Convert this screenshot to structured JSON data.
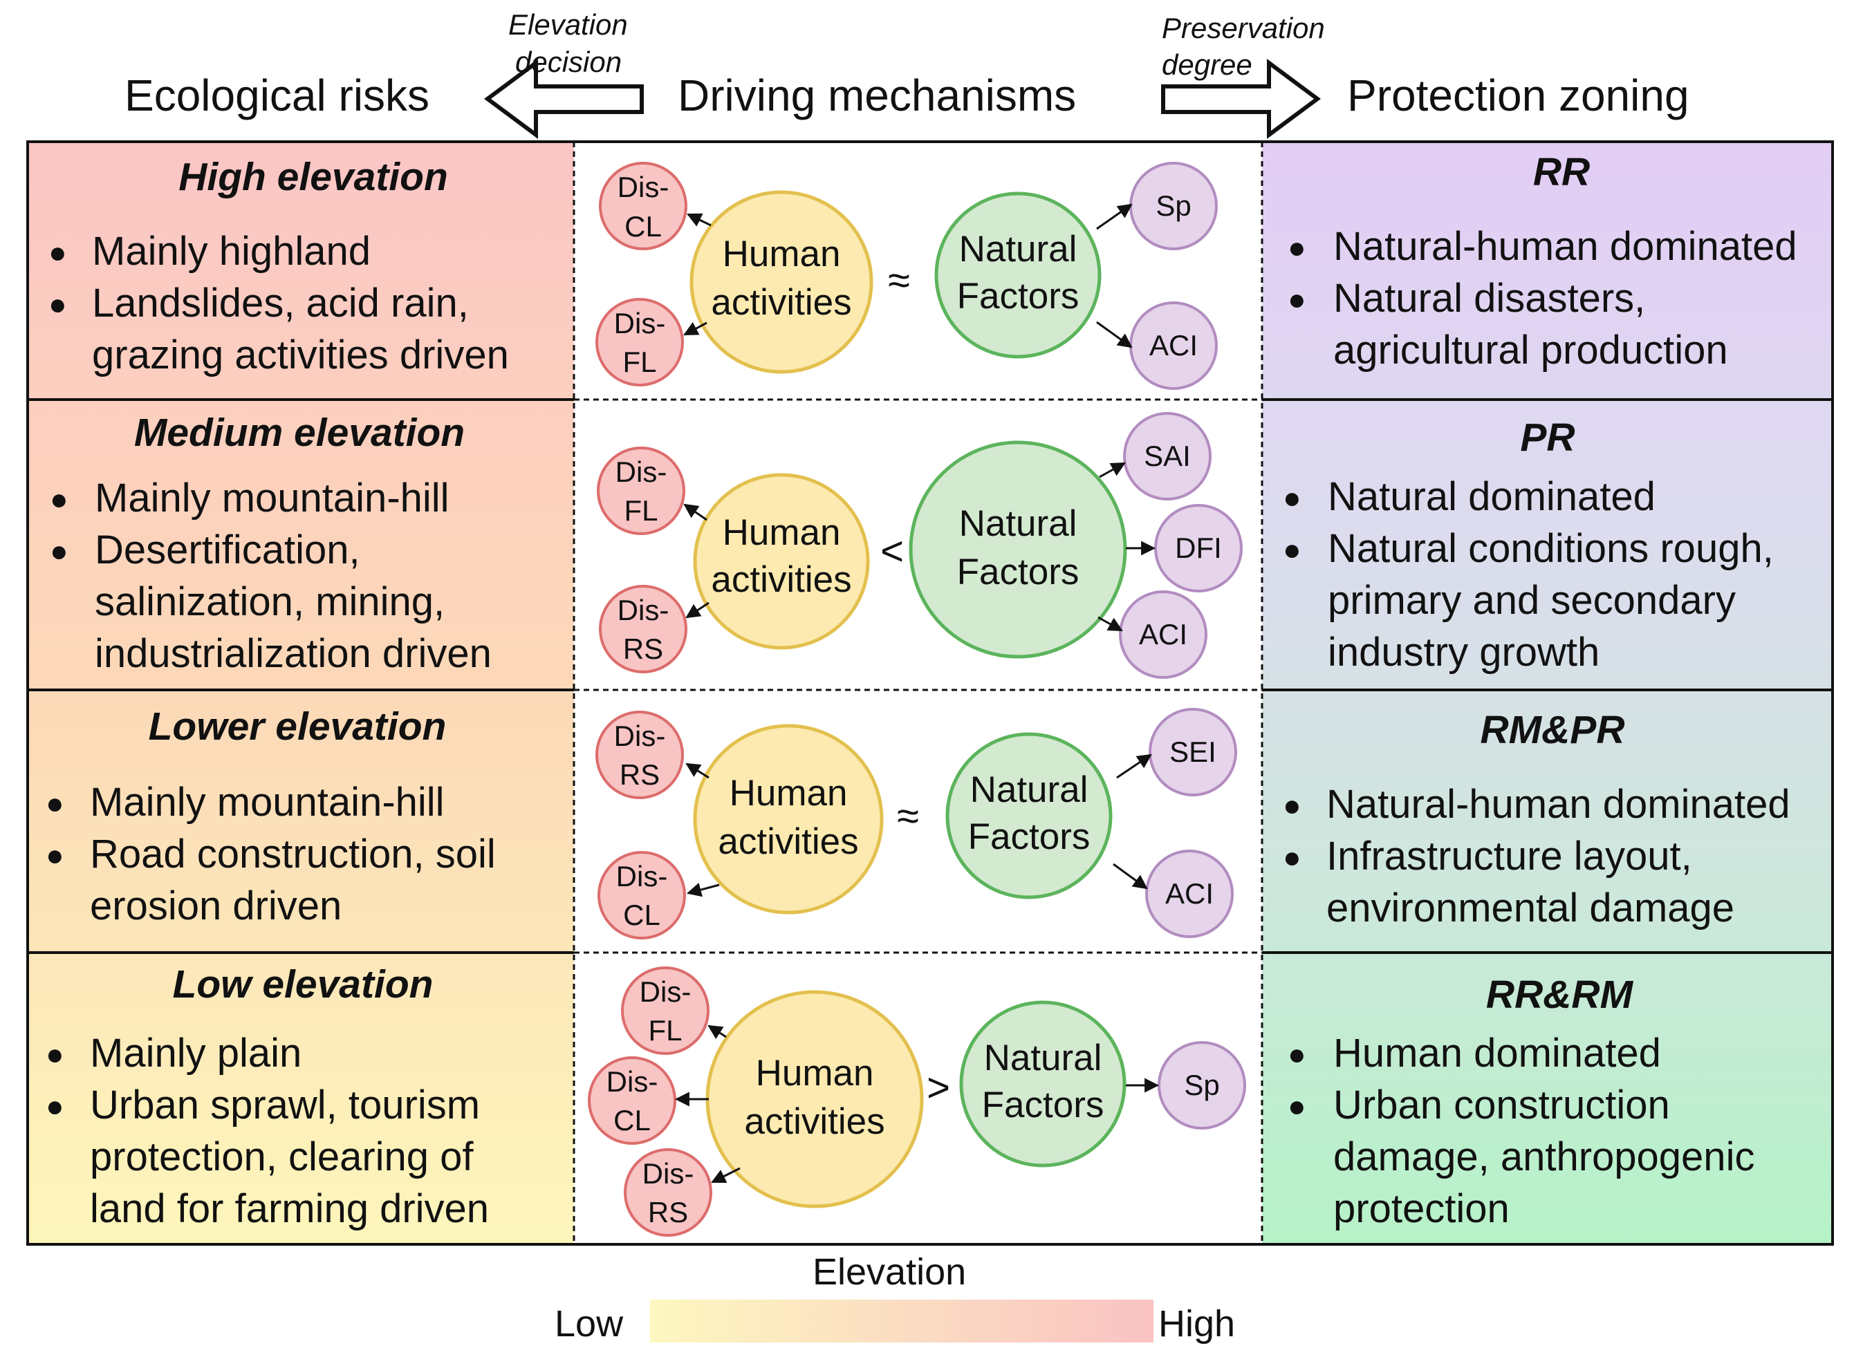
{
  "header": {
    "left_title": "Ecological risks",
    "center_title": "Driving mechanisms",
    "right_title": "Protection zoning",
    "left_arrow_note": [
      "Elevation",
      "decision"
    ],
    "right_arrow_note": [
      "Preservation",
      "degree"
    ]
  },
  "colors": {
    "human": "#fdeab0",
    "human_stroke": "#e3c04e",
    "natural": "#d3e9d0",
    "natural_stroke": "#5cb45c",
    "disturbance": "#f8c4c4",
    "disturbance_stroke": "#dd6c6c",
    "index": "#e6d4ea",
    "index_stroke": "#b28cc0",
    "elevation_low": "#fdf7c0",
    "elevation_high": "#f9c3c3"
  },
  "rows": [
    {
      "risk_title": "High elevation",
      "risk_lines": [
        "Mainly highland",
        "Landslides, acid rain,",
        "grazing activities driven"
      ],
      "mechanism": {
        "disturbances": [
          [
            "Dis-",
            "CL"
          ],
          [
            "Dis-",
            "FL"
          ]
        ],
        "human": [
          "Human",
          "activities"
        ],
        "relation": "≈",
        "natural": [
          "Natural",
          "Factors"
        ],
        "indices": [
          "Sp",
          "ACI"
        ]
      },
      "zone_title": "RR",
      "zone_lines": [
        "Natural-human dominated",
        "Natural disasters,",
        "agricultural production"
      ]
    },
    {
      "risk_title": "Medium elevation",
      "risk_lines": [
        "Mainly mountain-hill",
        "Desertification,",
        "salinization, mining,",
        "industrialization driven"
      ],
      "mechanism": {
        "disturbances": [
          [
            "Dis-",
            "FL"
          ],
          [
            "Dis-",
            "RS"
          ]
        ],
        "human": [
          "Human",
          "activities"
        ],
        "relation": "<",
        "natural": [
          "Natural",
          "Factors"
        ],
        "indices": [
          "SAI",
          "DFI",
          "ACI"
        ]
      },
      "zone_title": "PR",
      "zone_lines": [
        "Natural dominated",
        "Natural conditions rough,",
        "primary and secondary",
        "industry growth"
      ]
    },
    {
      "risk_title": "Lower elevation",
      "risk_lines": [
        "Mainly mountain-hill",
        "Road construction, soil",
        "erosion driven"
      ],
      "mechanism": {
        "disturbances": [
          [
            "Dis-",
            "RS"
          ],
          [
            "Dis-",
            "CL"
          ]
        ],
        "human": [
          "Human",
          "activities"
        ],
        "relation": "≈",
        "natural": [
          "Natural",
          "Factors"
        ],
        "indices": [
          "SEI",
          "ACI"
        ]
      },
      "zone_title": "RM&PR",
      "zone_lines": [
        "Natural-human dominated",
        "Infrastructure layout,",
        "environmental damage"
      ]
    },
    {
      "risk_title": "Low elevation",
      "risk_lines": [
        "Mainly plain",
        "Urban sprawl, tourism",
        "protection, clearing of",
        "land for farming driven"
      ],
      "mechanism": {
        "disturbances": [
          [
            "Dis-",
            "FL"
          ],
          [
            "Dis-",
            "CL"
          ],
          [
            "Dis-",
            "RS"
          ]
        ],
        "human": [
          "Human",
          "activities"
        ],
        "relation": ">",
        "natural": [
          "Natural",
          "Factors"
        ],
        "indices": [
          "Sp"
        ]
      },
      "zone_title": "RR&RM",
      "zone_lines": [
        "Human dominated",
        "Urban construction",
        "damage, anthropogenic",
        "protection"
      ]
    }
  ],
  "legend": {
    "title": "Elevation",
    "low_label": "Low",
    "high_label": "High"
  }
}
